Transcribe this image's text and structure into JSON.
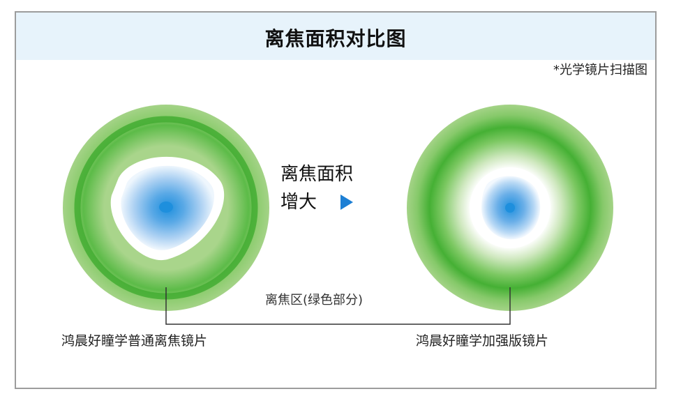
{
  "header": {
    "title": "离焦面积对比图"
  },
  "note": "*光学镜片扫描图",
  "middle": {
    "line1": "离焦面积",
    "line2": "增大",
    "arrow_icon": "triangle-right-icon"
  },
  "zone_label": "离焦区(绿色部分)",
  "lenses": {
    "left_caption": "鸿晨好瞳学普通离焦镜片",
    "right_caption": "鸿晨好瞳学加强版镜片"
  },
  "colors": {
    "header_bg": "#e7f3fb",
    "green_light": "#a6d487",
    "green_dark": "#45b034",
    "blue_center": "#1e8fdd",
    "arrow": "#1d7fd4"
  }
}
